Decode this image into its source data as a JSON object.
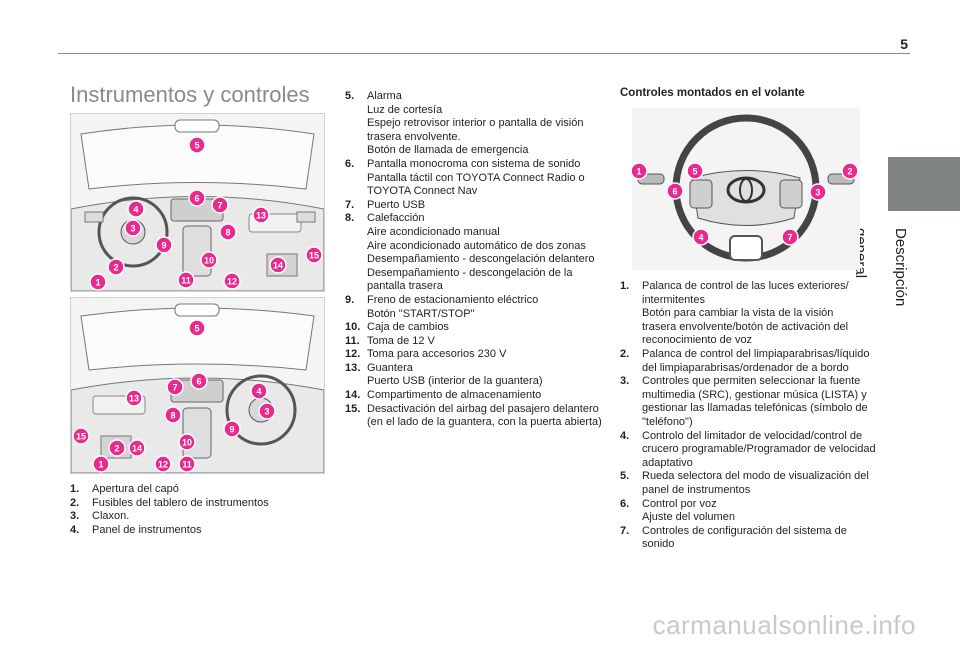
{
  "page_number": "5",
  "side_tab_label": "Descripción general",
  "section_title": "Instrumentos y controles",
  "steering_title": "Controles montados en el volante",
  "figure1_callouts": [
    "5",
    "6",
    "7",
    "13",
    "4",
    "3",
    "8",
    "9",
    "15",
    "10",
    "2",
    "14",
    "1",
    "11",
    "12"
  ],
  "figure2_callouts": [
    "5",
    "6",
    "7",
    "4",
    "13",
    "8",
    "3",
    "9",
    "15",
    "10",
    "2",
    "14",
    "1",
    "12",
    "11"
  ],
  "wheel_callouts": [
    "1",
    "5",
    "2",
    "6",
    "3",
    "4",
    "7"
  ],
  "col1_items": [
    {
      "num": "1.",
      "lines": [
        "Apertura del capó"
      ]
    },
    {
      "num": "2.",
      "lines": [
        "Fusibles del tablero de instrumentos"
      ]
    },
    {
      "num": "3.",
      "lines": [
        "Claxon."
      ]
    },
    {
      "num": "4.",
      "lines": [
        "Panel de instrumentos"
      ]
    }
  ],
  "col2_items": [
    {
      "num": "5.",
      "lines": [
        "Alarma",
        "Luz de cortesía",
        "Espejo retrovisor interior o pantalla de visión",
        "trasera envolvente.",
        "Botón de llamada de emergencia"
      ]
    },
    {
      "num": "6.",
      "lines": [
        "Pantalla monocroma con sistema de sonido",
        "Pantalla táctil con TOYOTA Connect Radio o",
        "TOYOTA Connect Nav"
      ]
    },
    {
      "num": "7.",
      "lines": [
        "Puerto USB"
      ]
    },
    {
      "num": "8.",
      "lines": [
        "Calefacción",
        "Aire acondicionado manual",
        "Aire acondicionado automático de dos zonas",
        "Desempañamiento - descongelación delantero",
        "Desempañamiento - descongelación de la",
        "pantalla trasera"
      ]
    },
    {
      "num": "9.",
      "lines": [
        "Freno de estacionamiento eléctrico",
        "Botón \"START/STOP\""
      ]
    },
    {
      "num": "10.",
      "lines": [
        "Caja de cambios"
      ]
    },
    {
      "num": "11.",
      "lines": [
        "Toma de 12 V"
      ]
    },
    {
      "num": "12.",
      "lines": [
        "Toma para accesorios 230 V"
      ]
    },
    {
      "num": "13.",
      "lines": [
        "Guantera",
        "Puerto USB (interior de la guantera)"
      ]
    },
    {
      "num": "14.",
      "lines": [
        "Compartimento de almacenamiento"
      ]
    },
    {
      "num": "15.",
      "lines": [
        "Desactivación del airbag del pasajero delantero",
        "(en el lado de la guantera, con la puerta abierta)"
      ]
    }
  ],
  "col3_items": [
    {
      "num": "1.",
      "lines": [
        "Palanca de control de las luces exteriores/",
        "intermitentes",
        "Botón para cambiar la vista de la visión",
        "trasera envolvente/botón de activación del",
        "reconocimiento de voz"
      ]
    },
    {
      "num": "2.",
      "lines": [
        "Palanca de control del limpiaparabrisas/líquido",
        "del limpiaparabrisas/ordenador de a bordo"
      ]
    },
    {
      "num": "3.",
      "lines": [
        "Controles que permiten seleccionar la fuente",
        "multimedia (SRC), gestionar música (LISTA) y",
        "gestionar las llamadas telefónicas (símbolo de",
        "\"teléfono\")"
      ]
    },
    {
      "num": "4.",
      "lines": [
        "Controlo del limitador de velocidad/control de",
        "crucero programable/Programador de velocidad",
        "adaptativo"
      ]
    },
    {
      "num": "5.",
      "lines": [
        "Rueda selectora del modo de visualización del",
        "panel de instrumentos"
      ]
    },
    {
      "num": "6.",
      "lines": [
        "Control por voz",
        "Ajuste del volumen"
      ]
    },
    {
      "num": "7.",
      "lines": [
        "Controles de configuración del sistema de sonido"
      ]
    }
  ],
  "watermark": "carmanualsonline.info",
  "colors": {
    "callout": "#e8298e",
    "tab": "#7f8384",
    "rule": "#8c8c8c"
  }
}
